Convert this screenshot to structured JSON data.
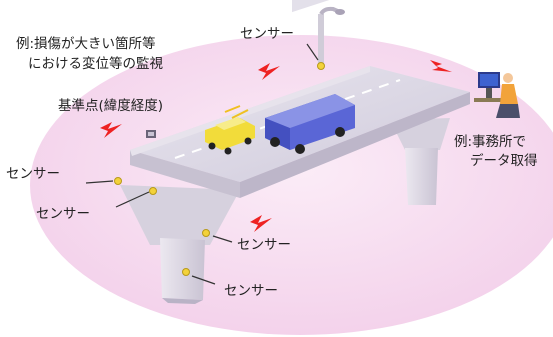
{
  "caption_example_monitoring": {
    "line1": "例:損傷が大きい箇所等",
    "line2": "における変位等の監視"
  },
  "caption_example_office": {
    "line1": "例:事務所で",
    "line2": "データ取得"
  },
  "reference_point": "基準点(緯度経度)",
  "sensor_label": "センサー",
  "colors": {
    "background_ellipse": "#f7dcf0",
    "deck": "#dcd8e6",
    "lightning": "#ee2222",
    "sensor_dot": "#f3d23a",
    "truck": "#5a66d6",
    "taxi": "#f2dc3a"
  }
}
